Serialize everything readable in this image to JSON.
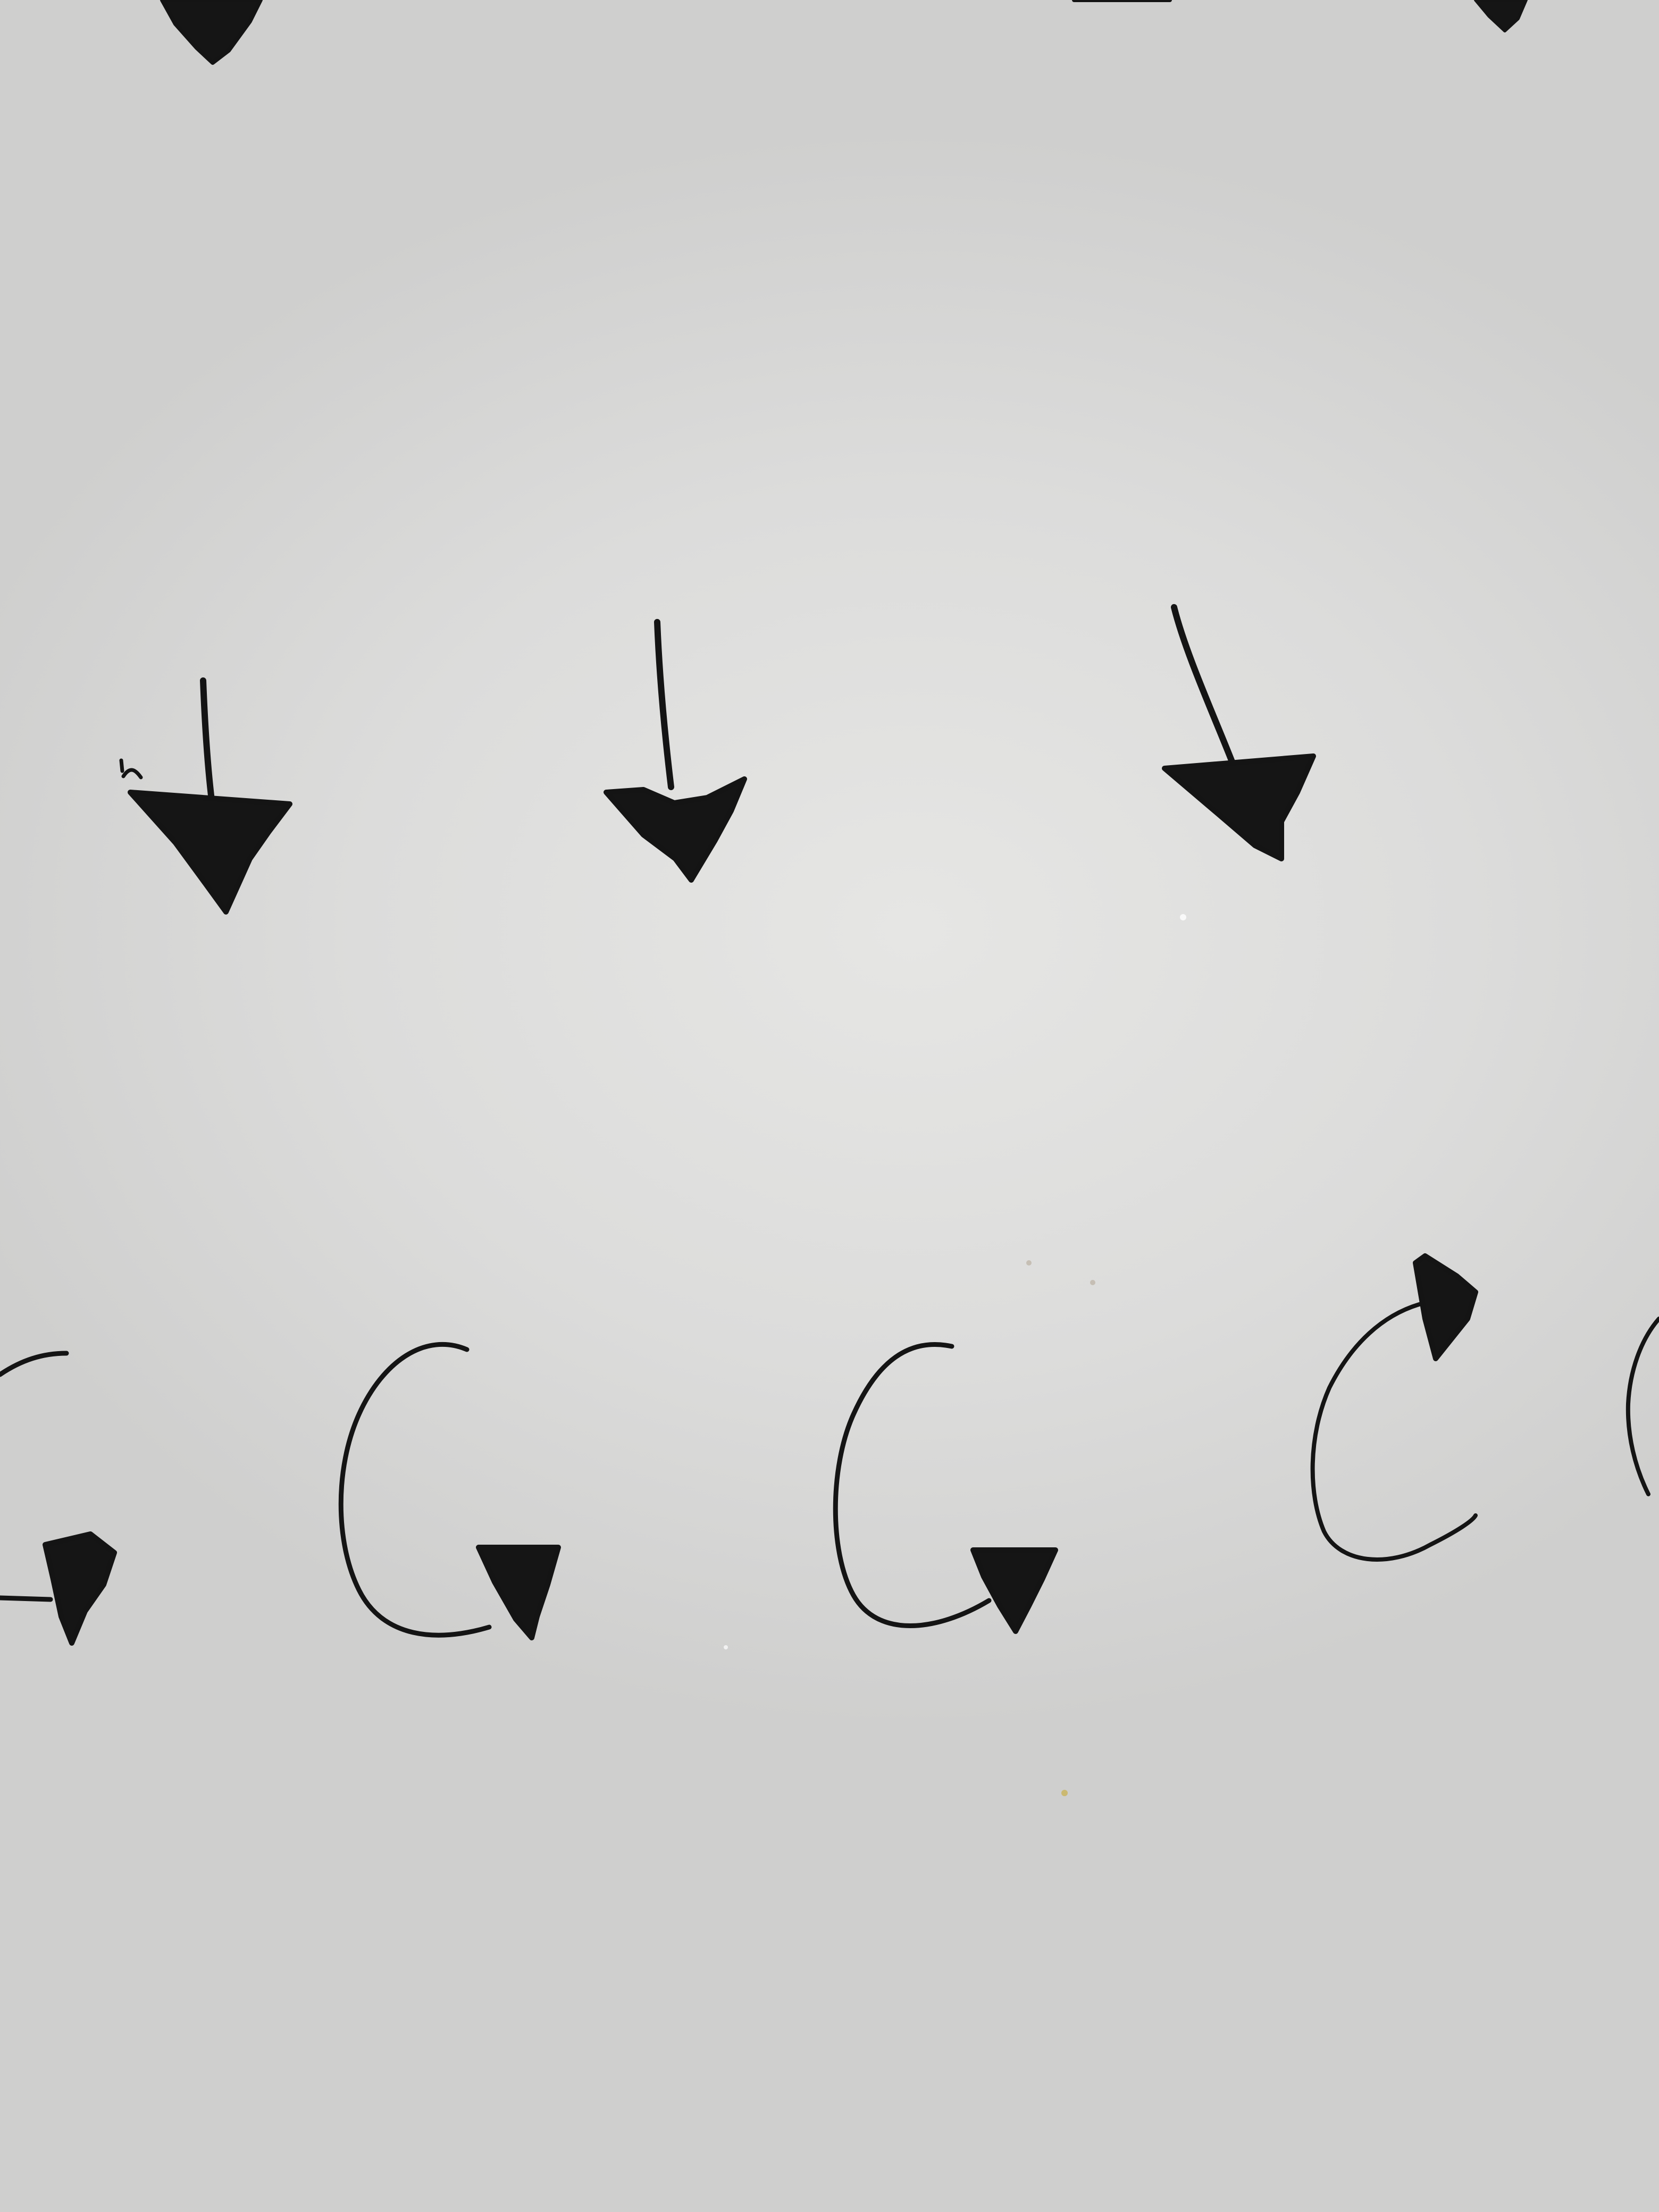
{
  "image": {
    "paper_color": "#dedede",
    "ink_color": "#151515",
    "rows": [
      {
        "name": "top-cropped-arrowheads",
        "count": 2
      },
      {
        "name": "straight-down-arrows",
        "count": 3
      },
      {
        "name": "curved-arrows",
        "count": 5
      }
    ]
  }
}
